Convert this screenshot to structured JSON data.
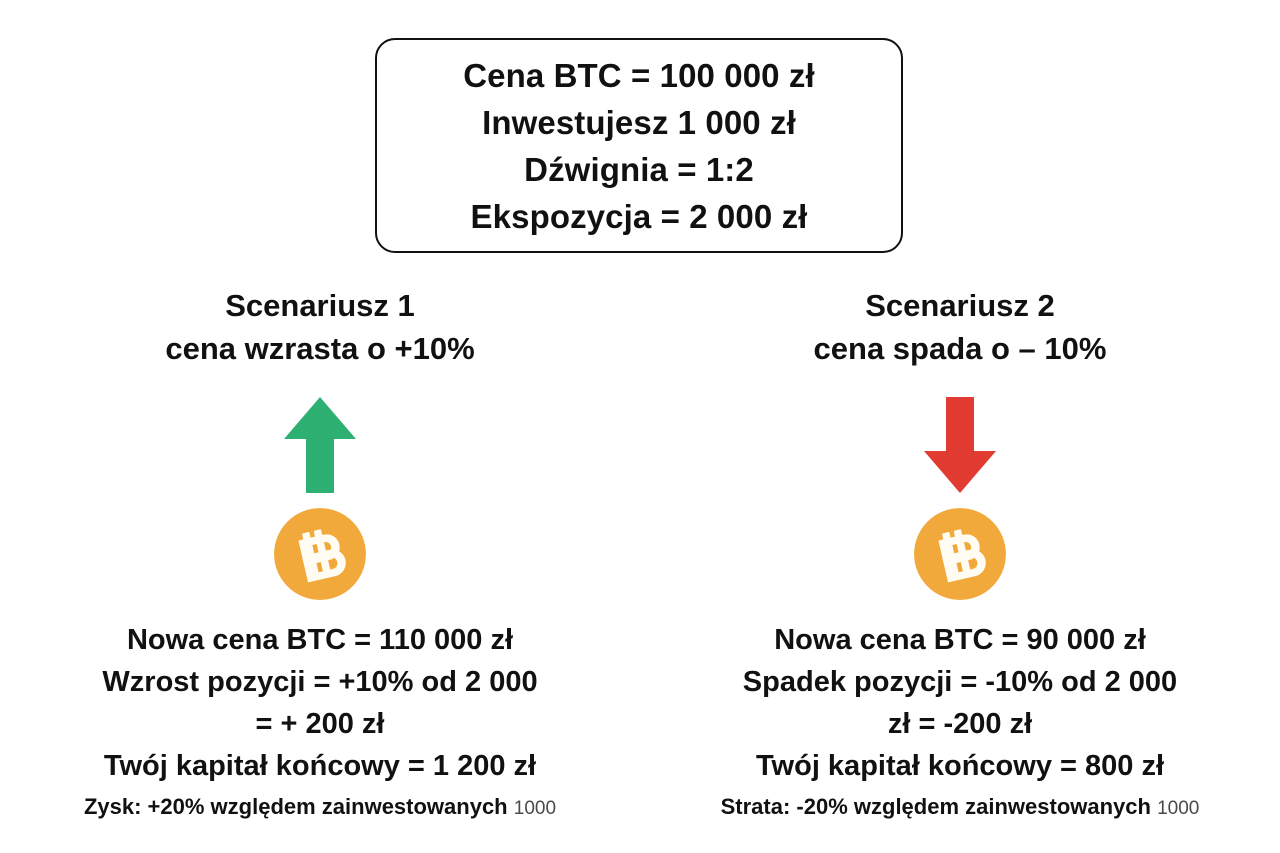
{
  "colors": {
    "background": "#ffffff",
    "text": "#111111",
    "box_border": "#111111",
    "up_arrow": "#2FB073",
    "down_arrow": "#E23B32",
    "coin_orange": "#F2A93B",
    "coin_symbol": "#FFFDF3",
    "note_small": "#4a4a4a"
  },
  "params_box": {
    "lines": [
      "Cena BTC = 100 000 zł",
      "Inwestujesz 1 000 zł",
      "Dźwignia = 1:2",
      "Ekspozycja = 2 000 zł"
    ]
  },
  "scenarios": [
    {
      "title": "Scenariusz 1",
      "subtitle": "cena wzrasta o +10%",
      "arrow_icon": "arrow-up-icon",
      "arrow_direction": "up",
      "coin_icon": "bitcoin-coin-icon",
      "coin_symbol": "₿",
      "results": [
        "Nowa cena BTC = 110 000 zł",
        "Wzrost pozycji = +10% od 2 000",
        "= + 200 zł",
        "Twój kapitał końcowy = 1 200 zł"
      ],
      "note_text": "Zysk: +20% względem zainwestowanych",
      "note_amount": "1000"
    },
    {
      "title": "Scenariusz 2",
      "subtitle": "cena spada o – 10%",
      "arrow_icon": "arrow-down-icon",
      "arrow_direction": "down",
      "coin_icon": "bitcoin-coin-icon",
      "coin_symbol": "₿",
      "results": [
        "Nowa cena BTC = 90 000 zł",
        "Spadek pozycji = -10% od 2 000",
        "zł = -200 zł",
        "Twój kapitał końcowy = 800 zł"
      ],
      "note_text": "Strata: -20% względem zainwestowanych",
      "note_amount": "1000"
    }
  ]
}
